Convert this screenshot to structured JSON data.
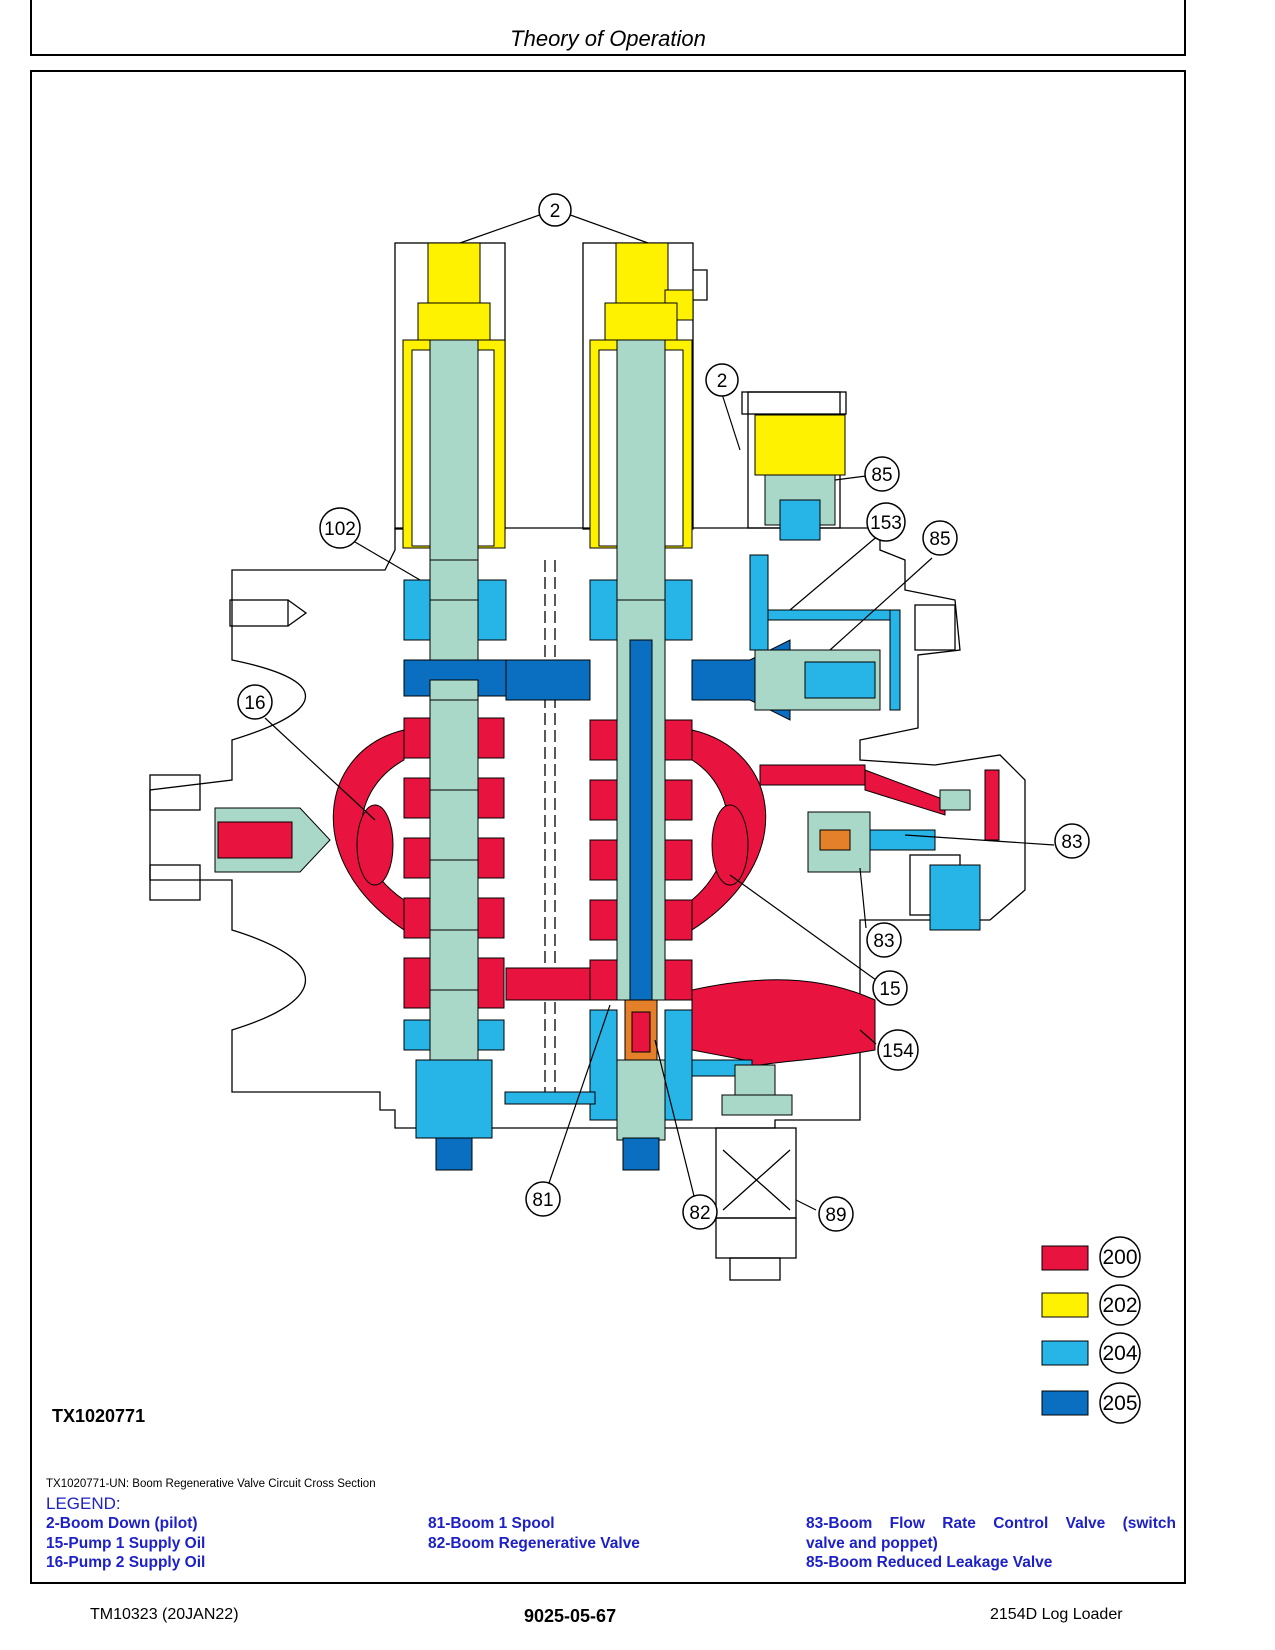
{
  "header": {
    "title": "Theory of Operation"
  },
  "figure": {
    "id": "TX1020771",
    "caption": "TX1020771-UN: Boom Regenerative Valve Circuit Cross Section",
    "callouts": [
      "2",
      "2",
      "102",
      "85",
      "153",
      "85",
      "16",
      "83",
      "83",
      "15",
      "154",
      "81",
      "82",
      "89"
    ],
    "color_key": [
      {
        "code": "200",
        "color": "#e8133f"
      },
      {
        "code": "202",
        "color": "#fff200"
      },
      {
        "code": "204",
        "color": "#27b5e8"
      },
      {
        "code": "205",
        "color": "#0a6fc0"
      }
    ],
    "part_colors": {
      "body_fill": "#a9d8c8",
      "outline": "#000000",
      "orange": "#e4802a"
    }
  },
  "legend": {
    "title": "LEGEND:",
    "col1": [
      "2-Boom Down (pilot)",
      "15-Pump 1 Supply Oil",
      "16-Pump 2 Supply Oil"
    ],
    "col2": [
      "81-Boom 1 Spool",
      "82-Boom Regenerative Valve"
    ],
    "col3_line1": [
      "83-Boom",
      "Flow",
      "Rate",
      "Control",
      "Valve",
      "(switch"
    ],
    "col3_line2": "valve and poppet)",
    "col3_line3": "85-Boom Reduced Leakage Valve"
  },
  "footer": {
    "left": "TM10323 (20JAN22)",
    "center": "9025-05-67",
    "right": "2154D Log Loader"
  }
}
